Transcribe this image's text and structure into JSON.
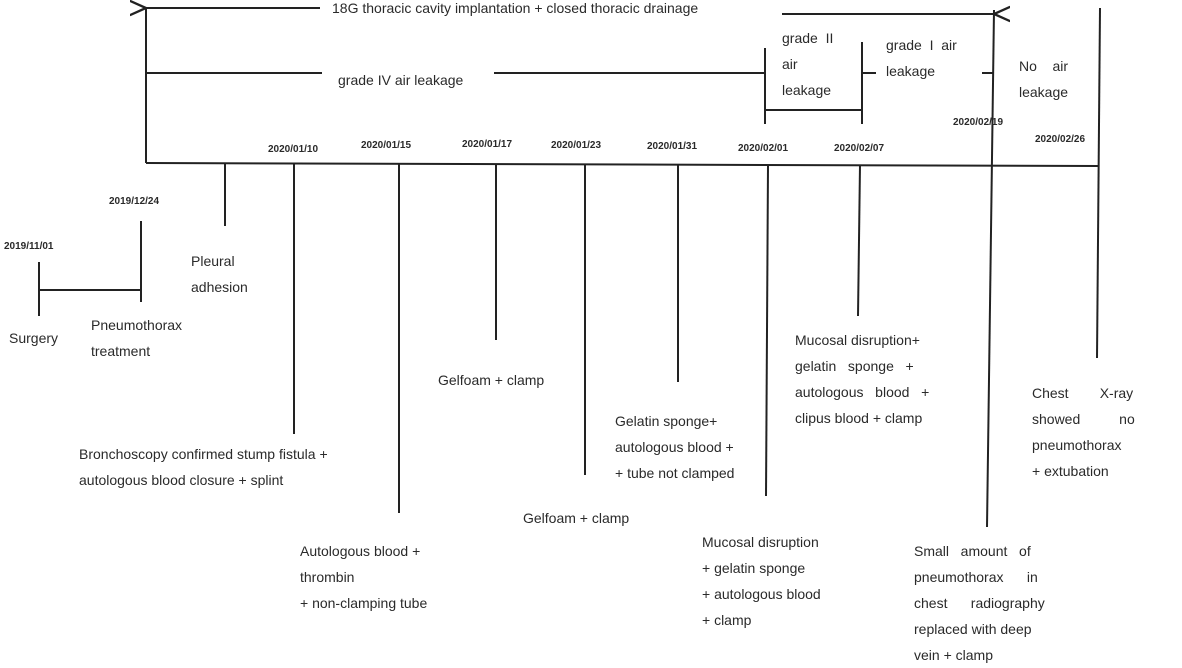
{
  "header": {
    "drainage": "18G thoracic cavity implantation + closed thoracic drainage"
  },
  "air_leakage": {
    "grade4": "grade IV air leakage",
    "grade2": [
      "grade  II",
      "air",
      "leakage"
    ],
    "grade1": [
      "grade  I  air",
      "leakage"
    ],
    "none": [
      "No    air",
      "leakage"
    ]
  },
  "dates": {
    "d20191101": "2019/11/01",
    "d20191224": "2019/12/24",
    "d20200110": "2020/01/10",
    "d20200115": "2020/01/15",
    "d20200117": "2020/01/17",
    "d20200123": "2020/01/23",
    "d20200131": "2020/01/31",
    "d20200201": "2020/02/01",
    "d20200207": "2020/02/07",
    "d20200219": "2020/02/19",
    "d20200226": "2020/02/26"
  },
  "events": {
    "surgery": "Surgery",
    "pneumothorax": [
      "Pneumothorax",
      "treatment"
    ],
    "pleural": [
      "Pleural",
      "adhesion"
    ],
    "bronchoscopy": [
      "Bronchoscopy confirmed stump fistula +",
      "autologous blood closure + splint"
    ],
    "autologous": [
      "Autologous blood +",
      "thrombin",
      "+ non-clamping tube"
    ],
    "gelfoam1": "Gelfoam + clamp",
    "gelfoam2": "Gelfoam + clamp",
    "gelatin_sponge": [
      "Gelatin sponge+",
      "autologous blood +",
      "+ tube not clamped"
    ],
    "mucosal1": [
      "Mucosal disruption",
      "+ gelatin sponge",
      "+ autologous blood",
      "+ clamp"
    ],
    "mucosal2": [
      "Mucosal disruption+",
      "gelatin   sponge   +",
      "autologous   blood   +",
      "clipus blood + clamp"
    ],
    "small_pneumo": [
      "Small   amount   of",
      "pneumothorax      in",
      "chest      radiography",
      "replaced with deep",
      "vein + clamp"
    ],
    "xray": [
      "Chest        X-ray",
      "showed          no",
      "pneumothorax",
      "+ extubation"
    ]
  }
}
